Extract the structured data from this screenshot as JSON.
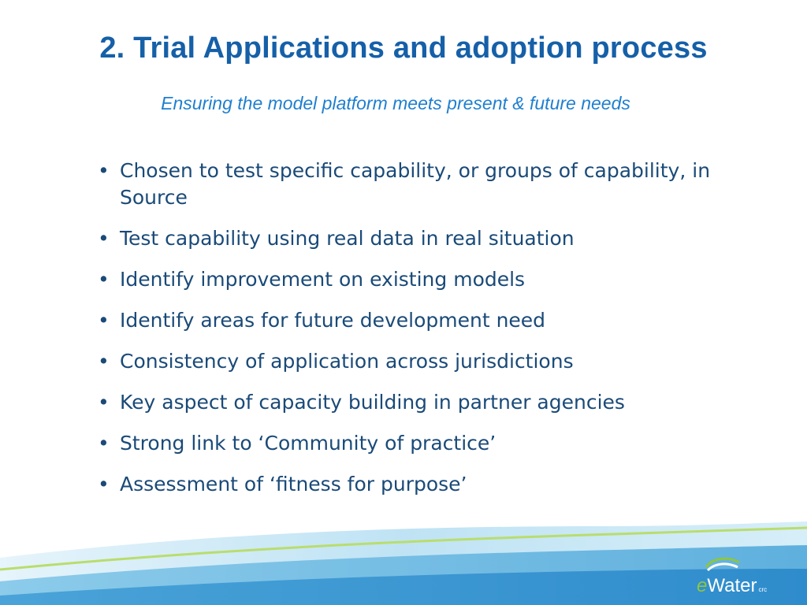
{
  "slide": {
    "title": "2. Trial Applications and adoption process",
    "subtitle": "Ensuring the model platform meets present & future needs",
    "bullet_glyph": "•",
    "bullets": [
      "Chosen to test specific capability, or groups of capability, in Source",
      "Test capability using real data in real situation",
      "Identify improvement on existing models",
      "Identify areas for future development need",
      "Consistency of application across jurisdictions",
      "Key aspect of capacity building in partner agencies",
      "Strong link to ‘Community of practice’",
      "Assessment of ‘fitness for purpose’"
    ]
  },
  "logo": {
    "e": "e",
    "rest": "Water",
    "suffix": "crc"
  },
  "colors": {
    "title": "#1560a8",
    "subtitle": "#1f7fd0",
    "body_text": "#1a4a78",
    "wave_light": "#a9d8ef",
    "wave_mid": "#5fb0de",
    "wave_dark": "#2f8ccc",
    "wave_green": "#b9dd6c",
    "logo_green": "#8dc63f"
  },
  "icons": {
    "logo_mark": "ewater-wave-icon"
  }
}
